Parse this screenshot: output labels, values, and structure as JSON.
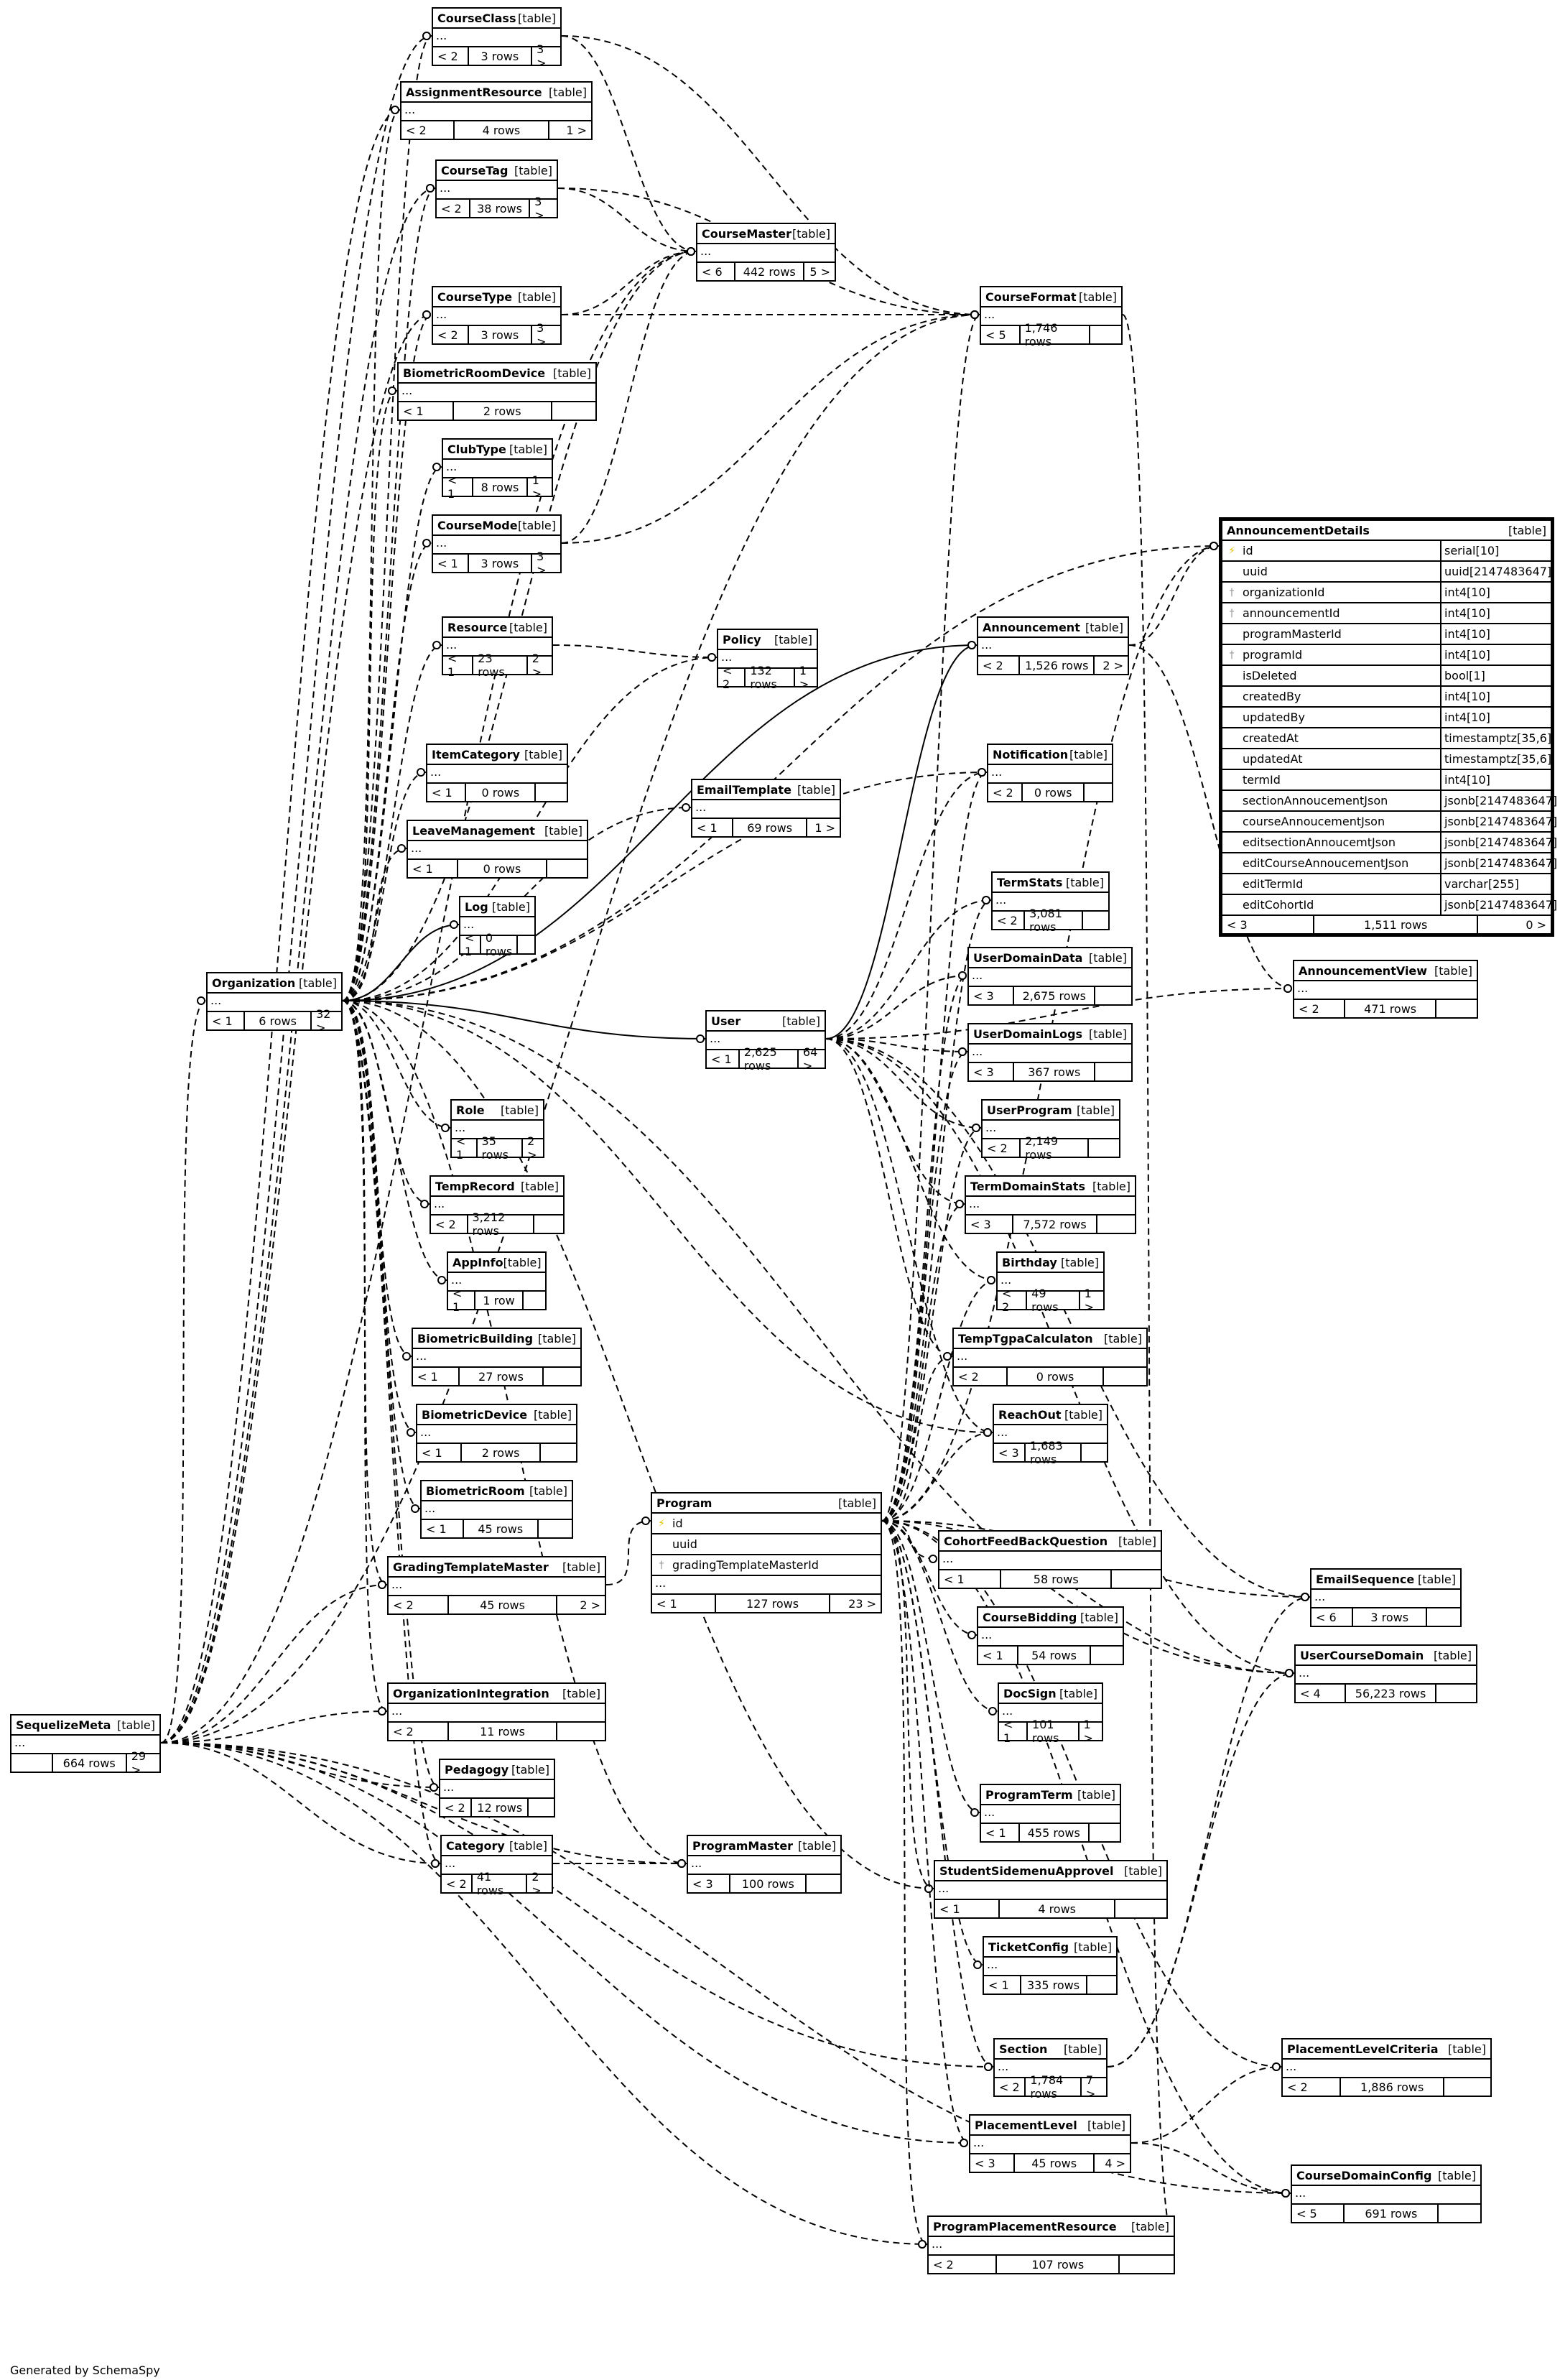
{
  "tables": [
    {
      "id": "CourseClass",
      "name": "CourseClass",
      "kind": "[table]",
      "more": "...",
      "prev": "< 2",
      "rows": "3 rows",
      "next": "3 >"
    },
    {
      "id": "AssignmentResource",
      "name": "AssignmentResource",
      "kind": "[table]",
      "more": "...",
      "prev": "< 2",
      "rows": "4 rows",
      "next": "1 >"
    },
    {
      "id": "CourseTag",
      "name": "CourseTag",
      "kind": "[table]",
      "more": "...",
      "prev": "< 2",
      "rows": "38 rows",
      "next": "3 >"
    },
    {
      "id": "CourseMaster",
      "name": "CourseMaster",
      "kind": "[table]",
      "more": "...",
      "prev": "< 6",
      "rows": "442 rows",
      "next": "5 >"
    },
    {
      "id": "CourseType",
      "name": "CourseType",
      "kind": "[table]",
      "more": "...",
      "prev": "< 2",
      "rows": "3 rows",
      "next": "3 >"
    },
    {
      "id": "CourseFormat",
      "name": "CourseFormat",
      "kind": "[table]",
      "more": "...",
      "prev": "< 5",
      "rows": "1,746 rows",
      "next": ""
    },
    {
      "id": "BiometricRoomDevice",
      "name": "BiometricRoomDevice",
      "kind": "[table]",
      "more": "...",
      "prev": "< 1",
      "rows": "2 rows",
      "next": ""
    },
    {
      "id": "ClubType",
      "name": "ClubType",
      "kind": "[table]",
      "more": "...",
      "prev": "< 1",
      "rows": "8 rows",
      "next": "1 >"
    },
    {
      "id": "CourseMode",
      "name": "CourseMode",
      "kind": "[table]",
      "more": "...",
      "prev": "< 1",
      "rows": "3 rows",
      "next": "3 >"
    },
    {
      "id": "Resource",
      "name": "Resource",
      "kind": "[table]",
      "more": "...",
      "prev": "< 1",
      "rows": "23 rows",
      "next": "2 >"
    },
    {
      "id": "Policy",
      "name": "Policy",
      "kind": "[table]",
      "more": "...",
      "prev": "< 2",
      "rows": "132 rows",
      "next": "1 >"
    },
    {
      "id": "Announcement",
      "name": "Announcement",
      "kind": "[table]",
      "more": "...",
      "prev": "< 2",
      "rows": "1,526 rows",
      "next": "2 >"
    },
    {
      "id": "ItemCategory",
      "name": "ItemCategory",
      "kind": "[table]",
      "more": "...",
      "prev": "< 1",
      "rows": "0 rows",
      "next": ""
    },
    {
      "id": "Notification",
      "name": "Notification",
      "kind": "[table]",
      "more": "...",
      "prev": "< 2",
      "rows": "0 rows",
      "next": ""
    },
    {
      "id": "EmailTemplate",
      "name": "EmailTemplate",
      "kind": "[table]",
      "more": "...",
      "prev": "< 1",
      "rows": "69 rows",
      "next": "1 >"
    },
    {
      "id": "LeaveManagement",
      "name": "LeaveManagement",
      "kind": "[table]",
      "more": "...",
      "prev": "< 1",
      "rows": "0 rows",
      "next": ""
    },
    {
      "id": "TermStats",
      "name": "TermStats",
      "kind": "[table]",
      "more": "...",
      "prev": "< 2",
      "rows": "3,081 rows",
      "next": ""
    },
    {
      "id": "Log",
      "name": "Log",
      "kind": "[table]",
      "more": "...",
      "prev": "< 1",
      "rows": "0 rows",
      "next": ""
    },
    {
      "id": "UserDomainData",
      "name": "UserDomainData",
      "kind": "[table]",
      "more": "...",
      "prev": "< 3",
      "rows": "2,675 rows",
      "next": ""
    },
    {
      "id": "Organization",
      "name": "Organization",
      "kind": "[table]",
      "more": "...",
      "prev": "< 1",
      "rows": "6 rows",
      "next": "32 >"
    },
    {
      "id": "User",
      "name": "User",
      "kind": "[table]",
      "more": "...",
      "prev": "< 1",
      "rows": "2,625 rows",
      "next": "64 >"
    },
    {
      "id": "AnnouncementView",
      "name": "AnnouncementView",
      "kind": "[table]",
      "more": "...",
      "prev": "< 2",
      "rows": "471 rows",
      "next": ""
    },
    {
      "id": "UserDomainLogs",
      "name": "UserDomainLogs",
      "kind": "[table]",
      "more": "...",
      "prev": "< 3",
      "rows": "367 rows",
      "next": ""
    },
    {
      "id": "Role",
      "name": "Role",
      "kind": "[table]",
      "more": "...",
      "prev": "< 1",
      "rows": "35 rows",
      "next": "2 >"
    },
    {
      "id": "UserProgram",
      "name": "UserProgram",
      "kind": "[table]",
      "more": "...",
      "prev": "< 2",
      "rows": "2,149 rows",
      "next": ""
    },
    {
      "id": "TempRecord",
      "name": "TempRecord",
      "kind": "[table]",
      "more": "...",
      "prev": "< 2",
      "rows": "3,212 rows",
      "next": ""
    },
    {
      "id": "TermDomainStats",
      "name": "TermDomainStats",
      "kind": "[table]",
      "more": "...",
      "prev": "< 3",
      "rows": "7,572 rows",
      "next": ""
    },
    {
      "id": "AppInfo",
      "name": "AppInfo",
      "kind": "[table]",
      "more": "...",
      "prev": "< 1",
      "rows": "1 row",
      "next": ""
    },
    {
      "id": "Birthday",
      "name": "Birthday",
      "kind": "[table]",
      "more": "...",
      "prev": "< 2",
      "rows": "49 rows",
      "next": "1 >"
    },
    {
      "id": "BiometricBuilding",
      "name": "BiometricBuilding",
      "kind": "[table]",
      "more": "...",
      "prev": "< 1",
      "rows": "27 rows",
      "next": ""
    },
    {
      "id": "TempTgpaCalculaton",
      "name": "TempTgpaCalculaton",
      "kind": "[table]",
      "more": "...",
      "prev": "< 2",
      "rows": "0 rows",
      "next": ""
    },
    {
      "id": "BiometricDevice",
      "name": "BiometricDevice",
      "kind": "[table]",
      "more": "...",
      "prev": "< 1",
      "rows": "2 rows",
      "next": ""
    },
    {
      "id": "ReachOut",
      "name": "ReachOut",
      "kind": "[table]",
      "more": "...",
      "prev": "< 3",
      "rows": "1,683 rows",
      "next": ""
    },
    {
      "id": "BiometricRoom",
      "name": "BiometricRoom",
      "kind": "[table]",
      "more": "...",
      "prev": "< 1",
      "rows": "45 rows",
      "next": ""
    },
    {
      "id": "CohortFeedBackQuestion",
      "name": "CohortFeedBackQuestion",
      "kind": "[table]",
      "more": "...",
      "prev": "< 1",
      "rows": "58 rows",
      "next": ""
    },
    {
      "id": "GradingTemplateMaster",
      "name": "GradingTemplateMaster",
      "kind": "[table]",
      "more": "...",
      "prev": "< 2",
      "rows": "45 rows",
      "next": "2 >"
    },
    {
      "id": "EmailSequence",
      "name": "EmailSequence",
      "kind": "[table]",
      "more": "...",
      "prev": "< 6",
      "rows": "3 rows",
      "next": ""
    },
    {
      "id": "CourseBidding",
      "name": "CourseBidding",
      "kind": "[table]",
      "more": "...",
      "prev": "< 1",
      "rows": "54 rows",
      "next": ""
    },
    {
      "id": "UserCourseDomain",
      "name": "UserCourseDomain",
      "kind": "[table]",
      "more": "...",
      "prev": "< 4",
      "rows": "56,223 rows",
      "next": ""
    },
    {
      "id": "OrganizationIntegration",
      "name": "OrganizationIntegration",
      "kind": "[table]",
      "more": "...",
      "prev": "< 2",
      "rows": "11 rows",
      "next": ""
    },
    {
      "id": "DocSign",
      "name": "DocSign",
      "kind": "[table]",
      "more": "...",
      "prev": "< 1",
      "rows": "101 rows",
      "next": "1 >"
    },
    {
      "id": "SequelizeMeta",
      "name": "SequelizeMeta",
      "kind": "[table]",
      "more": "...",
      "prev": "",
      "rows": "664 rows",
      "next": "29 >"
    },
    {
      "id": "Pedagogy",
      "name": "Pedagogy",
      "kind": "[table]",
      "more": "...",
      "prev": "< 2",
      "rows": "12 rows",
      "next": ""
    },
    {
      "id": "ProgramTerm",
      "name": "ProgramTerm",
      "kind": "[table]",
      "more": "...",
      "prev": "< 1",
      "rows": "455 rows",
      "next": ""
    },
    {
      "id": "Category",
      "name": "Category",
      "kind": "[table]",
      "more": "...",
      "prev": "< 2",
      "rows": "41 rows",
      "next": "2 >"
    },
    {
      "id": "ProgramMaster",
      "name": "ProgramMaster",
      "kind": "[table]",
      "more": "...",
      "prev": "< 3",
      "rows": "100 rows",
      "next": ""
    },
    {
      "id": "StudentSidemenuApprovel",
      "name": "StudentSidemenuApprovel",
      "kind": "[table]",
      "more": "...",
      "prev": "< 1",
      "rows": "4 rows",
      "next": ""
    },
    {
      "id": "TicketConfig",
      "name": "TicketConfig",
      "kind": "[table]",
      "more": "...",
      "prev": "< 1",
      "rows": "335 rows",
      "next": ""
    },
    {
      "id": "Section",
      "name": "Section",
      "kind": "[table]",
      "more": "...",
      "prev": "< 2",
      "rows": "1,784 rows",
      "next": "7 >"
    },
    {
      "id": "PlacementLevelCriteria",
      "name": "PlacementLevelCriteria",
      "kind": "[table]",
      "more": "...",
      "prev": "< 2",
      "rows": "1,886 rows",
      "next": ""
    },
    {
      "id": "PlacementLevel",
      "name": "PlacementLevel",
      "kind": "[table]",
      "more": "...",
      "prev": "< 3",
      "rows": "45 rows",
      "next": "4 >"
    },
    {
      "id": "CourseDomainConfig",
      "name": "CourseDomainConfig",
      "kind": "[table]",
      "more": "...",
      "prev": "< 5",
      "rows": "691 rows",
      "next": ""
    },
    {
      "id": "ProgramPlacementResource",
      "name": "ProgramPlacementResource",
      "kind": "[table]",
      "more": "...",
      "prev": "< 2",
      "rows": "107 rows",
      "next": ""
    }
  ],
  "program": {
    "name": "Program",
    "kind": "[table]",
    "columns": [
      {
        "key": "pk",
        "name": "id"
      },
      {
        "key": "",
        "name": "uuid"
      },
      {
        "key": "fk",
        "name": "gradingTemplateMasterId"
      }
    ],
    "more": "...",
    "prev": "< 1",
    "rows": "127 rows",
    "next": "23 >"
  },
  "announcement_details": {
    "name": "AnnouncementDetails",
    "kind": "[table]",
    "columns": [
      {
        "key": "pk",
        "name": "id",
        "type": "serial[10]"
      },
      {
        "key": "",
        "name": "uuid",
        "type": "uuid[2147483647]"
      },
      {
        "key": "fk",
        "name": "organizationId",
        "type": "int4[10]"
      },
      {
        "key": "fk",
        "name": "announcementId",
        "type": "int4[10]"
      },
      {
        "key": "",
        "name": "programMasterId",
        "type": "int4[10]"
      },
      {
        "key": "fk",
        "name": "programId",
        "type": "int4[10]"
      },
      {
        "key": "",
        "name": "isDeleted",
        "type": "bool[1]"
      },
      {
        "key": "",
        "name": "createdBy",
        "type": "int4[10]"
      },
      {
        "key": "",
        "name": "updatedBy",
        "type": "int4[10]"
      },
      {
        "key": "",
        "name": "createdAt",
        "type": "timestamptz[35,6]"
      },
      {
        "key": "",
        "name": "updatedAt",
        "type": "timestamptz[35,6]"
      },
      {
        "key": "",
        "name": "termId",
        "type": "int4[10]"
      },
      {
        "key": "",
        "name": "sectionAnnoucementJson",
        "type": "jsonb[2147483647]"
      },
      {
        "key": "",
        "name": "courseAnnoucementJson",
        "type": "jsonb[2147483647]"
      },
      {
        "key": "",
        "name": "editsectionAnnoucemtJson",
        "type": "jsonb[2147483647]"
      },
      {
        "key": "",
        "name": "editCourseAnnoucementJson",
        "type": "jsonb[2147483647]"
      },
      {
        "key": "",
        "name": "editTermId",
        "type": "varchar[255]"
      },
      {
        "key": "",
        "name": "editCohortId",
        "type": "jsonb[2147483647]"
      }
    ],
    "prev": "< 3",
    "rows": "1,511 rows",
    "next": "0 >"
  },
  "key_icons": {
    "pk": "primary-key-icon",
    "fk": "foreign-key-icon"
  },
  "colors": {
    "pk": "#e6c200",
    "fk": "#9a9a9a",
    "line": "#000000"
  },
  "edges": [
    [
      "SequelizeMeta",
      "CourseClass",
      "d"
    ],
    [
      "SequelizeMeta",
      "AssignmentResource",
      "d"
    ],
    [
      "SequelizeMeta",
      "CourseTag",
      "d"
    ],
    [
      "SequelizeMeta",
      "CourseMaster",
      "d"
    ],
    [
      "SequelizeMeta",
      "CourseType",
      "d"
    ],
    [
      "SequelizeMeta",
      "CourseFormat",
      "d"
    ],
    [
      "SequelizeMeta",
      "GradingTemplateMaster",
      "d"
    ],
    [
      "SequelizeMeta",
      "OrganizationIntegration",
      "d"
    ],
    [
      "SequelizeMeta",
      "Pedagogy",
      "d"
    ],
    [
      "SequelizeMeta",
      "Category",
      "d"
    ],
    [
      "SequelizeMeta",
      "ProgramMaster",
      "d"
    ],
    [
      "SequelizeMeta",
      "Section",
      "d"
    ],
    [
      "SequelizeMeta",
      "PlacementLevel",
      "d"
    ],
    [
      "SequelizeMeta",
      "ProgramPlacementResource",
      "d"
    ],
    [
      "SequelizeMeta",
      "CourseDomainConfig",
      "d"
    ],
    [
      "SequelizeMeta",
      "Organization",
      "d"
    ],
    [
      "Organization",
      "CourseClass",
      "d"
    ],
    [
      "Organization",
      "AssignmentResource",
      "d"
    ],
    [
      "Organization",
      "CourseTag",
      "d"
    ],
    [
      "Organization",
      "CourseMaster",
      "d"
    ],
    [
      "Organization",
      "CourseType",
      "d"
    ],
    [
      "Organization",
      "BiometricRoomDevice",
      "d"
    ],
    [
      "Organization",
      "ClubType",
      "d"
    ],
    [
      "Organization",
      "CourseMode",
      "d"
    ],
    [
      "Organization",
      "Resource",
      "d"
    ],
    [
      "Organization",
      "Policy",
      "d"
    ],
    [
      "Organization",
      "Announcement",
      "s"
    ],
    [
      "Organization",
      "AnnouncementDetails",
      "d"
    ],
    [
      "Organization",
      "ItemCategory",
      "d"
    ],
    [
      "Organization",
      "EmailTemplate",
      "d"
    ],
    [
      "Organization",
      "LeaveManagement",
      "d"
    ],
    [
      "Organization",
      "Log",
      "s"
    ],
    [
      "Organization",
      "User",
      "s"
    ],
    [
      "Organization",
      "Notification",
      "d"
    ],
    [
      "Organization",
      "Role",
      "d"
    ],
    [
      "Organization",
      "TempRecord",
      "d"
    ],
    [
      "Organization",
      "AppInfo",
      "d"
    ],
    [
      "Organization",
      "BiometricBuilding",
      "d"
    ],
    [
      "Organization",
      "BiometricDevice",
      "d"
    ],
    [
      "Organization",
      "BiometricRoom",
      "d"
    ],
    [
      "Organization",
      "GradingTemplateMaster",
      "d"
    ],
    [
      "Organization",
      "OrganizationIntegration",
      "d"
    ],
    [
      "Organization",
      "Pedagogy",
      "d"
    ],
    [
      "Organization",
      "Category",
      "d"
    ],
    [
      "Organization",
      "ProgramMaster",
      "d"
    ],
    [
      "Organization",
      "ReachOut",
      "d"
    ],
    [
      "Organization",
      "StudentSidemenuApprovel",
      "d"
    ],
    [
      "Organization",
      "UserCourseDomain",
      "d"
    ],
    [
      "CourseClass",
      "CourseFormat",
      "d"
    ],
    [
      "CourseClass",
      "CourseMaster",
      "d"
    ],
    [
      "CourseTag",
      "CourseMaster",
      "d"
    ],
    [
      "CourseTag",
      "CourseFormat",
      "d"
    ],
    [
      "CourseType",
      "CourseMaster",
      "d"
    ],
    [
      "CourseType",
      "CourseFormat",
      "d"
    ],
    [
      "CourseMode",
      "CourseMaster",
      "d"
    ],
    [
      "CourseMode",
      "CourseFormat",
      "d"
    ],
    [
      "Resource",
      "Policy",
      "d"
    ],
    [
      "Category",
      "ProgramMaster",
      "d"
    ],
    [
      "GradingTemplateMaster",
      "Program",
      "d"
    ],
    [
      "Announcement",
      "AnnouncementDetails",
      "d"
    ],
    [
      "Announcement",
      "AnnouncementView",
      "d"
    ],
    [
      "User",
      "Announcement",
      "s"
    ],
    [
      "User",
      "Notification",
      "d"
    ],
    [
      "User",
      "TermStats",
      "d"
    ],
    [
      "User",
      "UserDomainData",
      "d"
    ],
    [
      "User",
      "UserDomainLogs",
      "d"
    ],
    [
      "User",
      "UserProgram",
      "d"
    ],
    [
      "User",
      "TermDomainStats",
      "d"
    ],
    [
      "User",
      "Birthday",
      "d"
    ],
    [
      "User",
      "TempTgpaCalculaton",
      "d"
    ],
    [
      "User",
      "ReachOut",
      "d"
    ],
    [
      "User",
      "AnnouncementView",
      "d"
    ],
    [
      "User",
      "EmailSequence",
      "d"
    ],
    [
      "User",
      "UserCourseDomain",
      "d"
    ],
    [
      "Program",
      "CourseFormat",
      "d"
    ],
    [
      "Program",
      "AnnouncementDetails",
      "d"
    ],
    [
      "Program",
      "Notification",
      "d"
    ],
    [
      "Program",
      "TermStats",
      "d"
    ],
    [
      "Program",
      "UserDomainData",
      "d"
    ],
    [
      "Program",
      "UserDomainLogs",
      "d"
    ],
    [
      "Program",
      "UserProgram",
      "d"
    ],
    [
      "Program",
      "TermDomainStats",
      "d"
    ],
    [
      "Program",
      "Birthday",
      "d"
    ],
    [
      "Program",
      "TempTgpaCalculaton",
      "d"
    ],
    [
      "Program",
      "ReachOut",
      "d"
    ],
    [
      "Program",
      "CohortFeedBackQuestion",
      "d"
    ],
    [
      "Program",
      "CourseBidding",
      "d"
    ],
    [
      "Program",
      "DocSign",
      "d"
    ],
    [
      "Program",
      "ProgramTerm",
      "d"
    ],
    [
      "Program",
      "StudentSidemenuApprovel",
      "d"
    ],
    [
      "Program",
      "TicketConfig",
      "d"
    ],
    [
      "Program",
      "Section",
      "d"
    ],
    [
      "Program",
      "PlacementLevel",
      "d"
    ],
    [
      "Program",
      "ProgramPlacementResource",
      "d"
    ],
    [
      "Program",
      "EmailSequence",
      "d"
    ],
    [
      "Program",
      "UserCourseDomain",
      "d"
    ],
    [
      "Program",
      "PlacementLevelCriteria",
      "d"
    ],
    [
      "Program",
      "CourseDomainConfig",
      "d"
    ],
    [
      "Section",
      "EmailSequence",
      "d"
    ],
    [
      "Section",
      "UserCourseDomain",
      "d"
    ],
    [
      "PlacementLevel",
      "PlacementLevelCriteria",
      "d"
    ],
    [
      "PlacementLevel",
      "CourseDomainConfig",
      "d"
    ],
    [
      "CourseFormat",
      "ProgramPlacementResource",
      "d"
    ]
  ],
  "footer": "Generated by SchemaSpy"
}
